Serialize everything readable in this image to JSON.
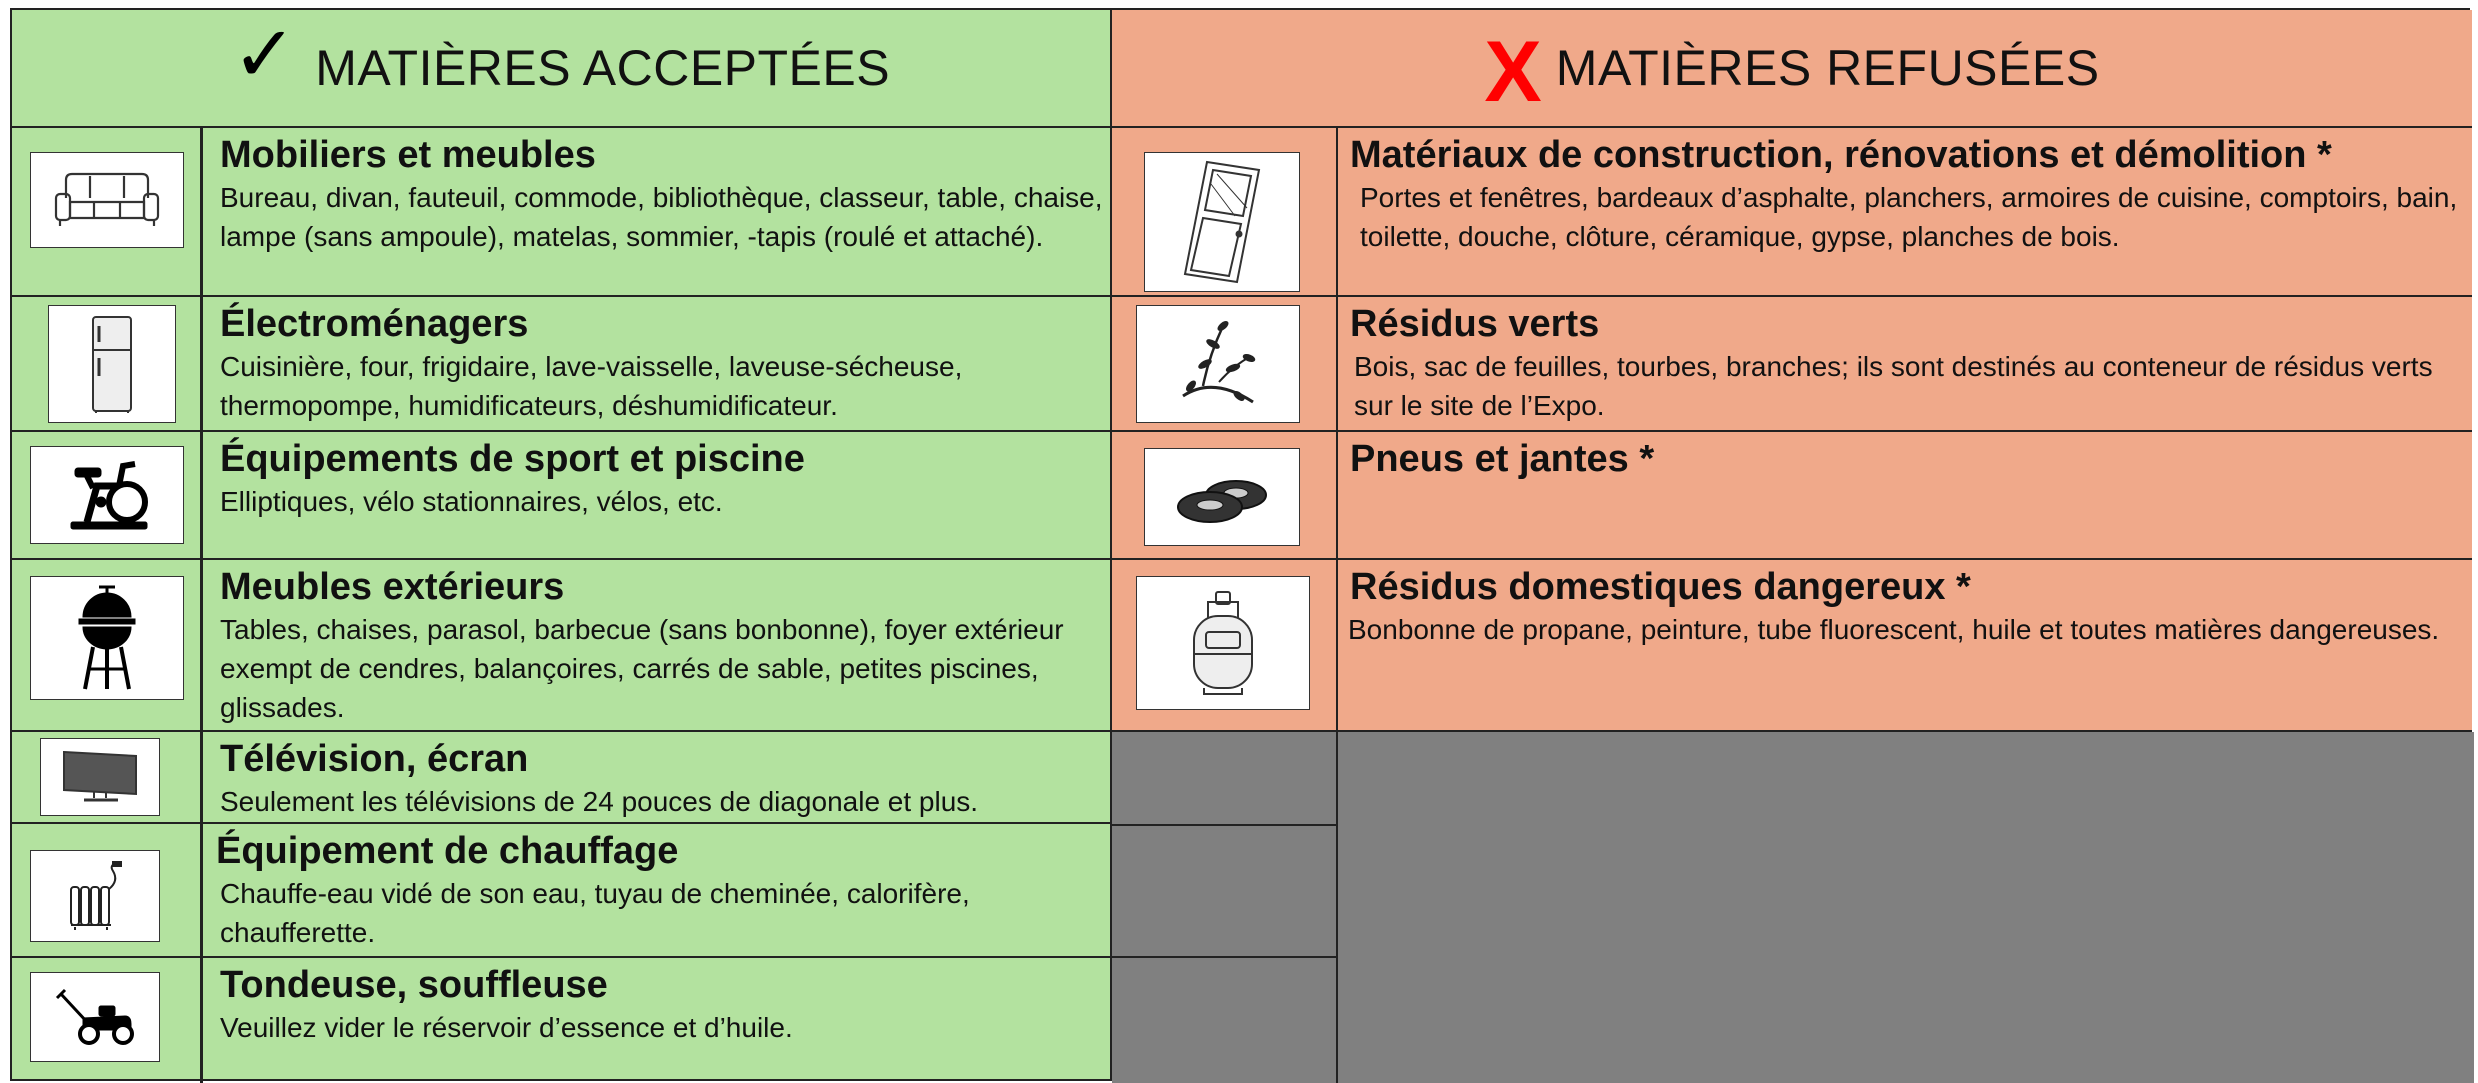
{
  "accepted": {
    "check_symbol": "✓",
    "header_title": "MATIÈRES ACCEPTÉES",
    "header_bg": "#b3e29f",
    "items": [
      {
        "icon": "sofa-icon",
        "title": "Mobiliers et meubles",
        "description": "Bureau, divan, fauteuil, commode, bibliothèque, classeur, table, chaise, lampe (sans ampoule), matelas, sommier, -tapis (roulé et attaché)."
      },
      {
        "icon": "refrigerator-icon",
        "title": "Électroménagers",
        "description": "Cuisinière, four, frigidaire, lave-vaisselle, laveuse-sécheuse, thermopompe, humidificateurs, déshumidificateur."
      },
      {
        "icon": "exercise-bike-icon",
        "title": "Équipements de sport et piscine",
        "description": "Elliptiques, vélo stationnaires, vélos, etc."
      },
      {
        "icon": "barbecue-icon",
        "title": "Meubles extérieurs",
        "description": "Tables, chaises, parasol, barbecue (sans bonbonne), foyer extérieur exempt de cendres, balançoires, carrés de sable, petites piscines, glissades."
      },
      {
        "icon": "television-icon",
        "title": "Télévision, écran",
        "description": "Seulement les télévisions de 24 pouces de diagonale et plus."
      },
      {
        "icon": "heater-icon",
        "title": "Équipement de chauffage",
        "description": "Chauffe-eau vidé de son eau, tuyau de cheminée, calorifère, chaufferette."
      },
      {
        "icon": "lawnmower-icon",
        "title": "Tondeuse, souffleuse",
        "description": "Veuillez vider le réservoir d’essence et d’huile."
      }
    ]
  },
  "refused": {
    "x_symbol": "X",
    "header_title": "MATIÈRES REFUSÉES",
    "header_bg": "#f0a98a",
    "x_color": "#ff0000",
    "items": [
      {
        "icon": "door-icon",
        "title": "Matériaux de construction, rénovations et démolition *",
        "description": "Portes et fenêtres, bardeaux d’asphalte, planchers, armoires de cuisine, comptoirs, bain, toilette, douche, clôture, céramique, gypse, planches de bois."
      },
      {
        "icon": "branch-icon",
        "title": "Résidus verts",
        "description": "Bois, sac de feuilles, tourbes, branches; ils sont destinés au conteneur de résidus verts sur le site de l’Expo."
      },
      {
        "icon": "tires-icon",
        "title": "Pneus et jantes *",
        "description": ""
      },
      {
        "icon": "propane-tank-icon",
        "title": "Résidus domestiques dangereux *",
        "description": "Bonbonne de propane, peinture, tube fluorescent, huile et toutes matières dangereuses."
      }
    ]
  }
}
